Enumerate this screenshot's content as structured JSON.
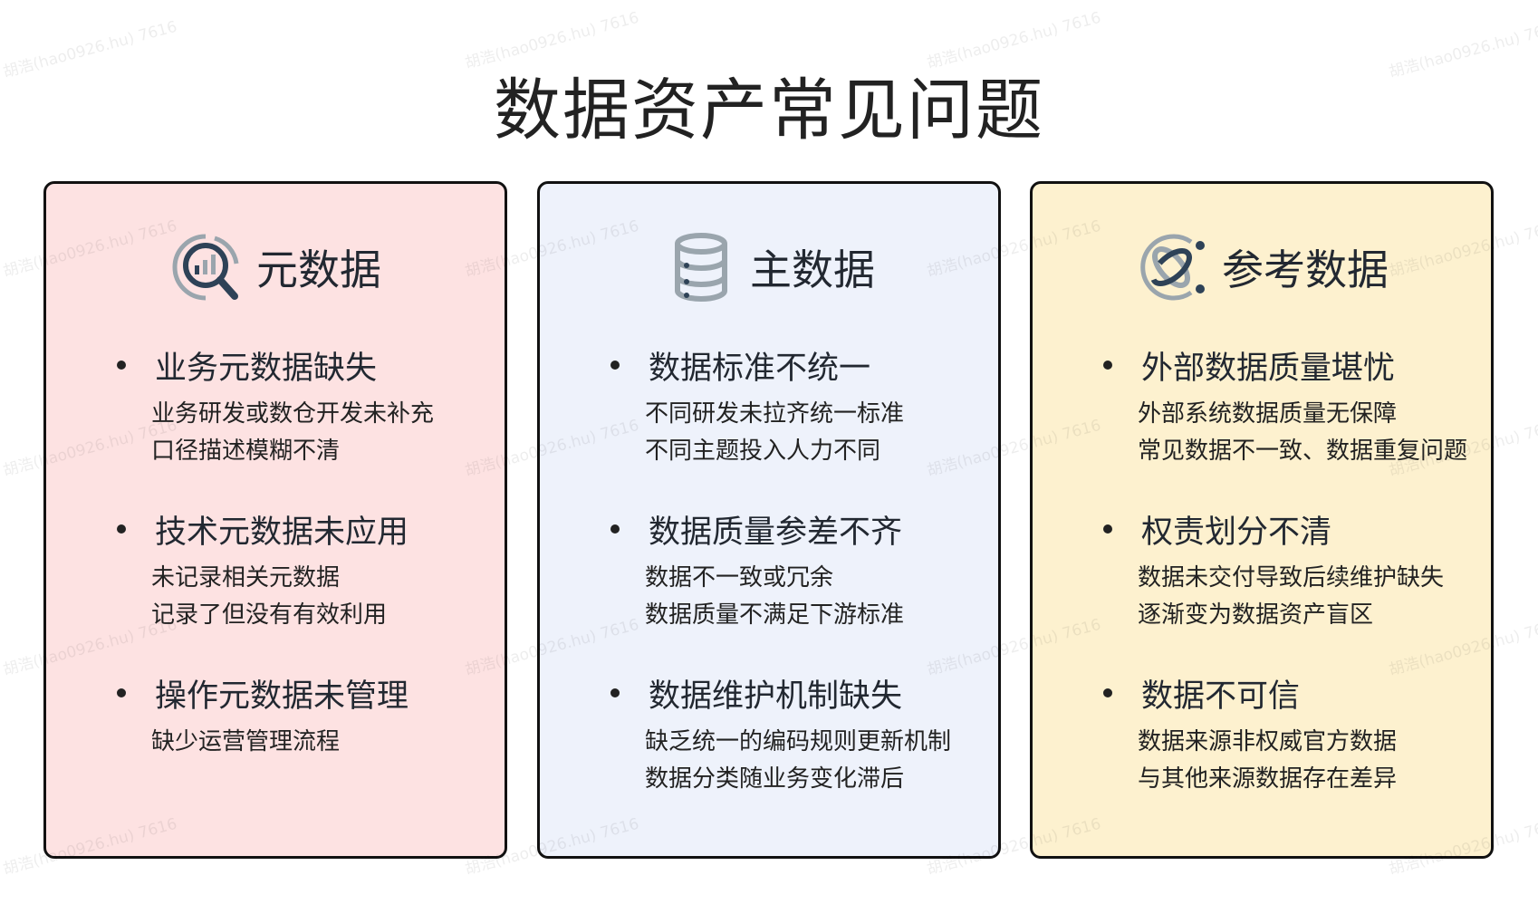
{
  "title": "数据资产常见问题",
  "watermark": "胡浩(hao0926.hu) 7616",
  "cards": [
    {
      "heading": "元数据",
      "icon": "magnifier-chart-icon",
      "color": "#fde2e2",
      "items": [
        {
          "title": "业务元数据缺失",
          "details": [
            "业务研发或数仓开发未补充",
            "口径描述模糊不清"
          ]
        },
        {
          "title": "技术元数据未应用",
          "details": [
            "未记录相关元数据",
            "记录了但没有有效利用"
          ]
        },
        {
          "title": "操作元数据未管理",
          "details": [
            "缺少运营管理流程"
          ]
        }
      ]
    },
    {
      "heading": "主数据",
      "icon": "database-icon",
      "color": "#eef2fb",
      "items": [
        {
          "title": "数据标准不统一",
          "details": [
            "不同研发未拉齐统一标准",
            "不同主题投入人力不同"
          ]
        },
        {
          "title": "数据质量参差不齐",
          "details": [
            "数据不一致或冗余",
            "数据质量不满足下游标准"
          ]
        },
        {
          "title": "数据维护机制缺失",
          "details": [
            "缺乏统一的编码规则更新机制",
            "数据分类随业务变化滞后"
          ]
        }
      ]
    },
    {
      "heading": "参考数据",
      "icon": "orbit-icon",
      "color": "#fdf1cf",
      "items": [
        {
          "title": "外部数据质量堪忧",
          "details": [
            "外部系统数据质量无保障",
            "常见数据不一致、数据重复问题"
          ]
        },
        {
          "title": "权责划分不清",
          "details": [
            "数据未交付导致后续维护缺失",
            "逐渐变为数据资产盲区"
          ]
        },
        {
          "title": "数据不可信",
          "details": [
            "数据来源非权威官方数据",
            "与其他来源数据存在差异"
          ]
        }
      ]
    }
  ]
}
